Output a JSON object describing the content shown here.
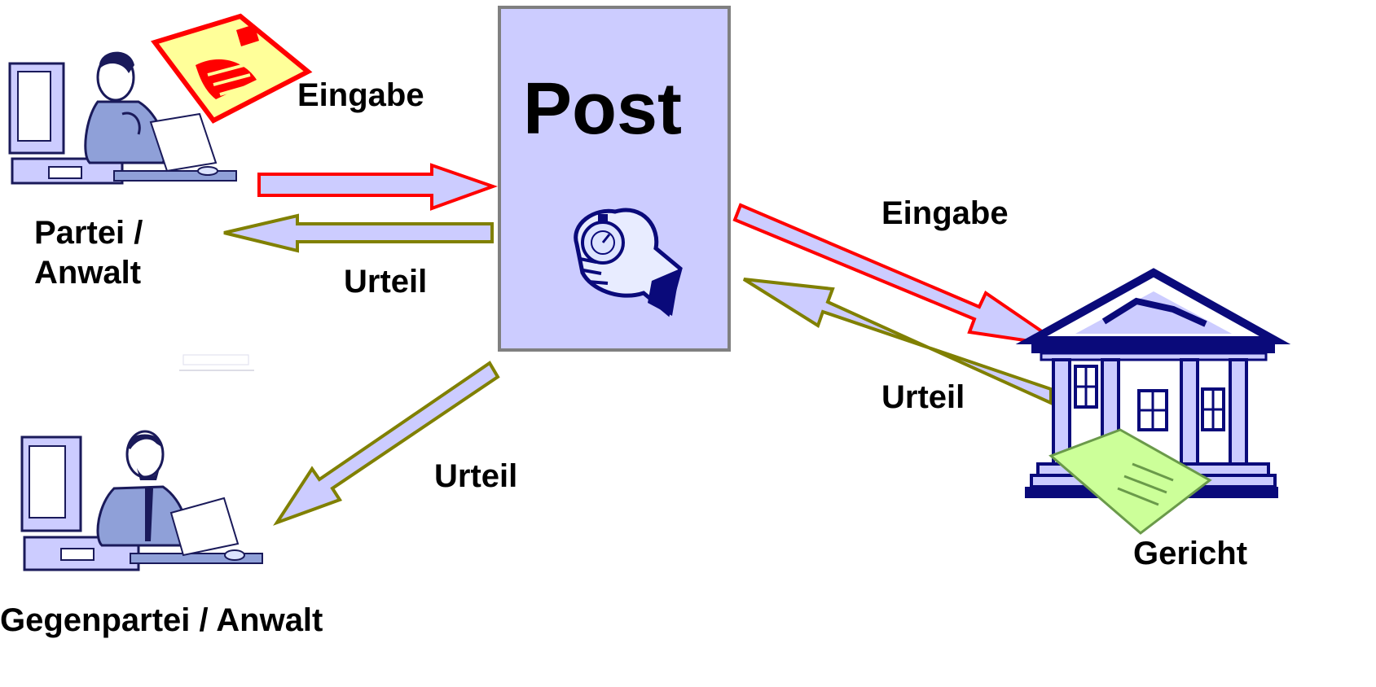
{
  "center": {
    "title": "Post"
  },
  "labels": {
    "eingabe_left": "Eingabe",
    "urteil_left": "Urteil",
    "partei_line1": "Partei /",
    "partei_line2": "Anwalt",
    "eingabe_right": "Eingabe",
    "urteil_right": "Urteil",
    "urteil_bottom": "Urteil",
    "gericht": "Gericht",
    "gegenpartei": "Gegenpartei / Anwalt"
  },
  "colors": {
    "post_box_fill": "#ccccff",
    "post_box_border": "#808080",
    "arrow_fill": "#ccccff",
    "arrow_eingabe_stroke": "#ff0000",
    "arrow_urteil_stroke": "#808000",
    "court_navy": "#0a0a7a",
    "letter_yellow": "#ffff99",
    "letter_green": "#ccff99"
  },
  "icons": [
    "woman-at-computer-icon",
    "letter-icon",
    "stopwatch-hand-icon",
    "man-at-computer-icon",
    "courthouse-icon",
    "document-icon"
  ]
}
